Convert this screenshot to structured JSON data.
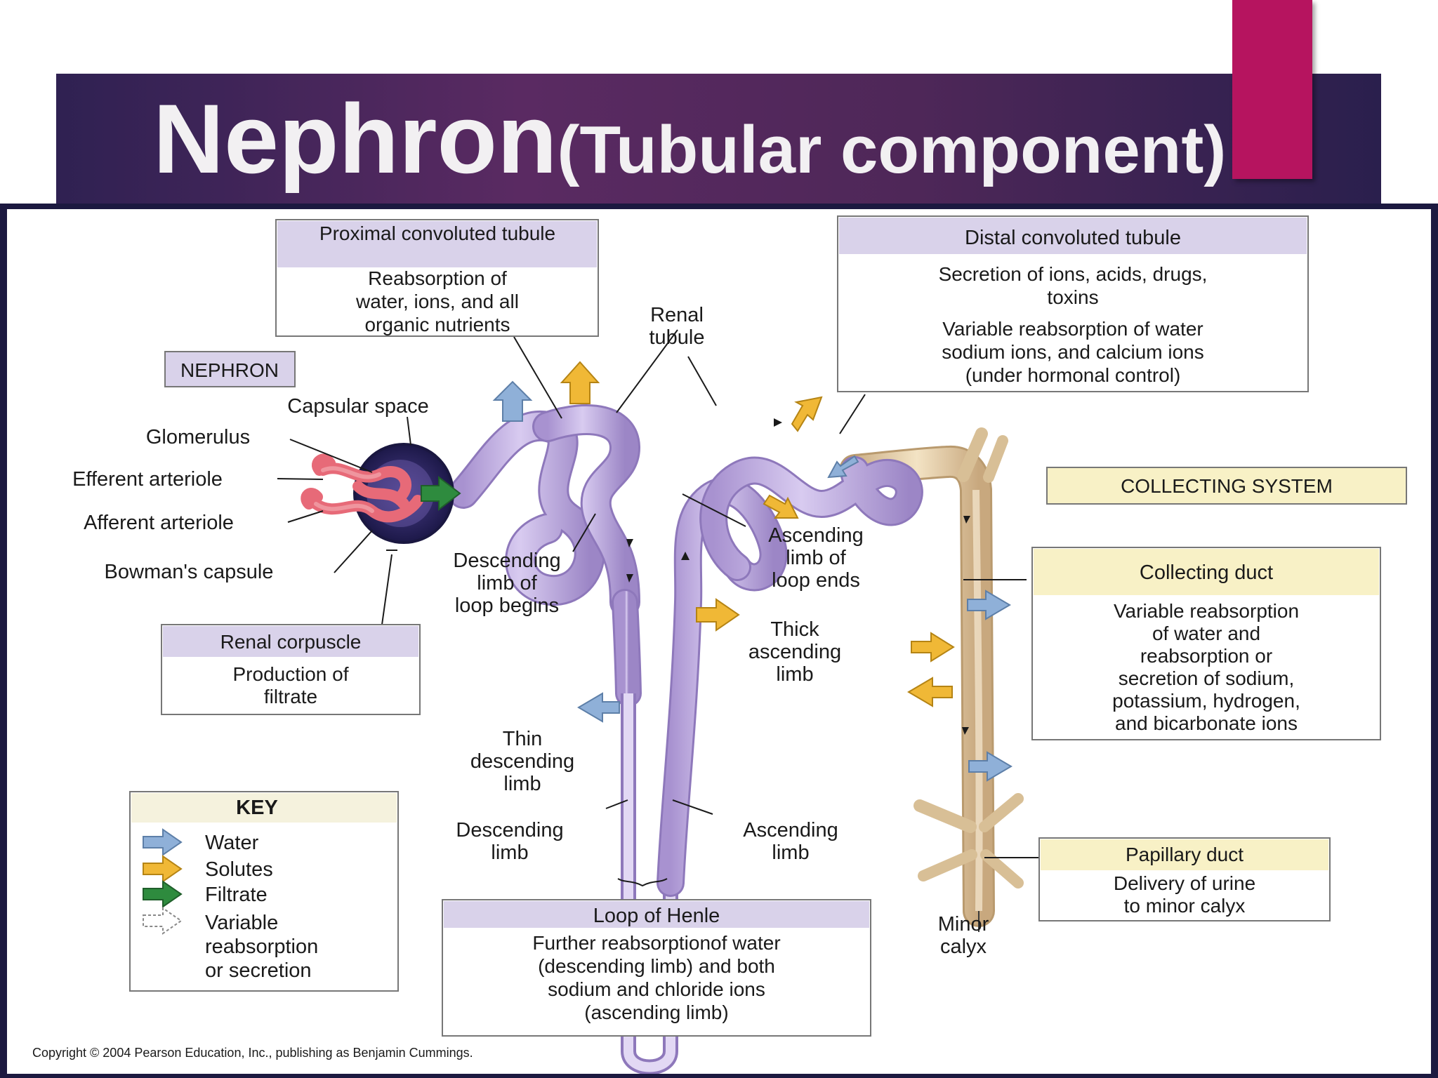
{
  "title": {
    "main": "Nephron",
    "sub": "(Tubular component)"
  },
  "colors": {
    "title_band": "#3f2458",
    "accent": "#b6145f",
    "frame": "#1c1940",
    "tubule": "#c7b4e4",
    "collecting": "#e8d3ac",
    "label_header_purple": "#d9d2ea",
    "label_header_yellow": "#f8f1c6",
    "water": "#8fb0d8",
    "solutes": "#f0b836",
    "filtrate": "#2e8b3e"
  },
  "diagram": {
    "nephron_label": "NEPHRON",
    "collecting_system_label": "COLLECTING SYSTEM",
    "boxes": {
      "pct": {
        "title": "Proximal convoluted tubule",
        "lines": [
          "Reabsorption of",
          "water, ions, and all",
          "organic nutrients"
        ]
      },
      "dct": {
        "title": "Distal convoluted tubule",
        "lines": [
          "Secretion of ions, acids, drugs,",
          "toxins",
          "Variable reabsorption of water",
          "sodium ions, and calcium ions",
          "(under hormonal control)"
        ]
      },
      "renal_corpuscle": {
        "title": "Renal corpuscle",
        "lines": [
          "Production of",
          "filtrate"
        ]
      },
      "collecting_duct": {
        "title": "Collecting duct",
        "lines": [
          "Variable reabsorption",
          "of water and",
          "reabsorption or",
          "secretion of sodium,",
          "potassium, hydrogen,",
          "and bicarbonate ions"
        ]
      },
      "papillary_duct": {
        "title": "Papillary duct",
        "lines": [
          "Delivery of urine",
          "to minor calyx"
        ]
      },
      "loop_of_henle": {
        "title": "Loop of Henle",
        "lines": [
          "Further reabsorptionof water",
          "(descending limb) and both",
          "sodium and chloride ions",
          "(ascending limb)"
        ]
      }
    },
    "labels": {
      "capsular_space": "Capsular space",
      "glomerulus": "Glomerulus",
      "efferent": "Efferent arteriole",
      "afferent": "Afferent arteriole",
      "bowmans": "Bowman's capsule",
      "renal_tubule": [
        "Renal",
        "tubule"
      ],
      "desc_begins": [
        "Descending",
        "limb of",
        "loop begins"
      ],
      "asc_ends": [
        "Ascending",
        "limb of",
        "loop ends"
      ],
      "thick_asc": [
        "Thick",
        "ascending",
        "limb"
      ],
      "thin_desc": [
        "Thin",
        "descending",
        "limb"
      ],
      "desc_limb": [
        "Descending",
        "limb"
      ],
      "asc_limb": [
        "Ascending",
        "limb"
      ],
      "minor_calyx": [
        "Minor",
        "calyx"
      ]
    },
    "key": {
      "title": "KEY",
      "items": [
        "Water",
        "Solutes",
        "Filtrate",
        "Variable",
        "reabsorption",
        "or secretion"
      ]
    },
    "copyright": "Copyright © 2004 Pearson Education, Inc., publishing as Benjamin Cummings."
  }
}
